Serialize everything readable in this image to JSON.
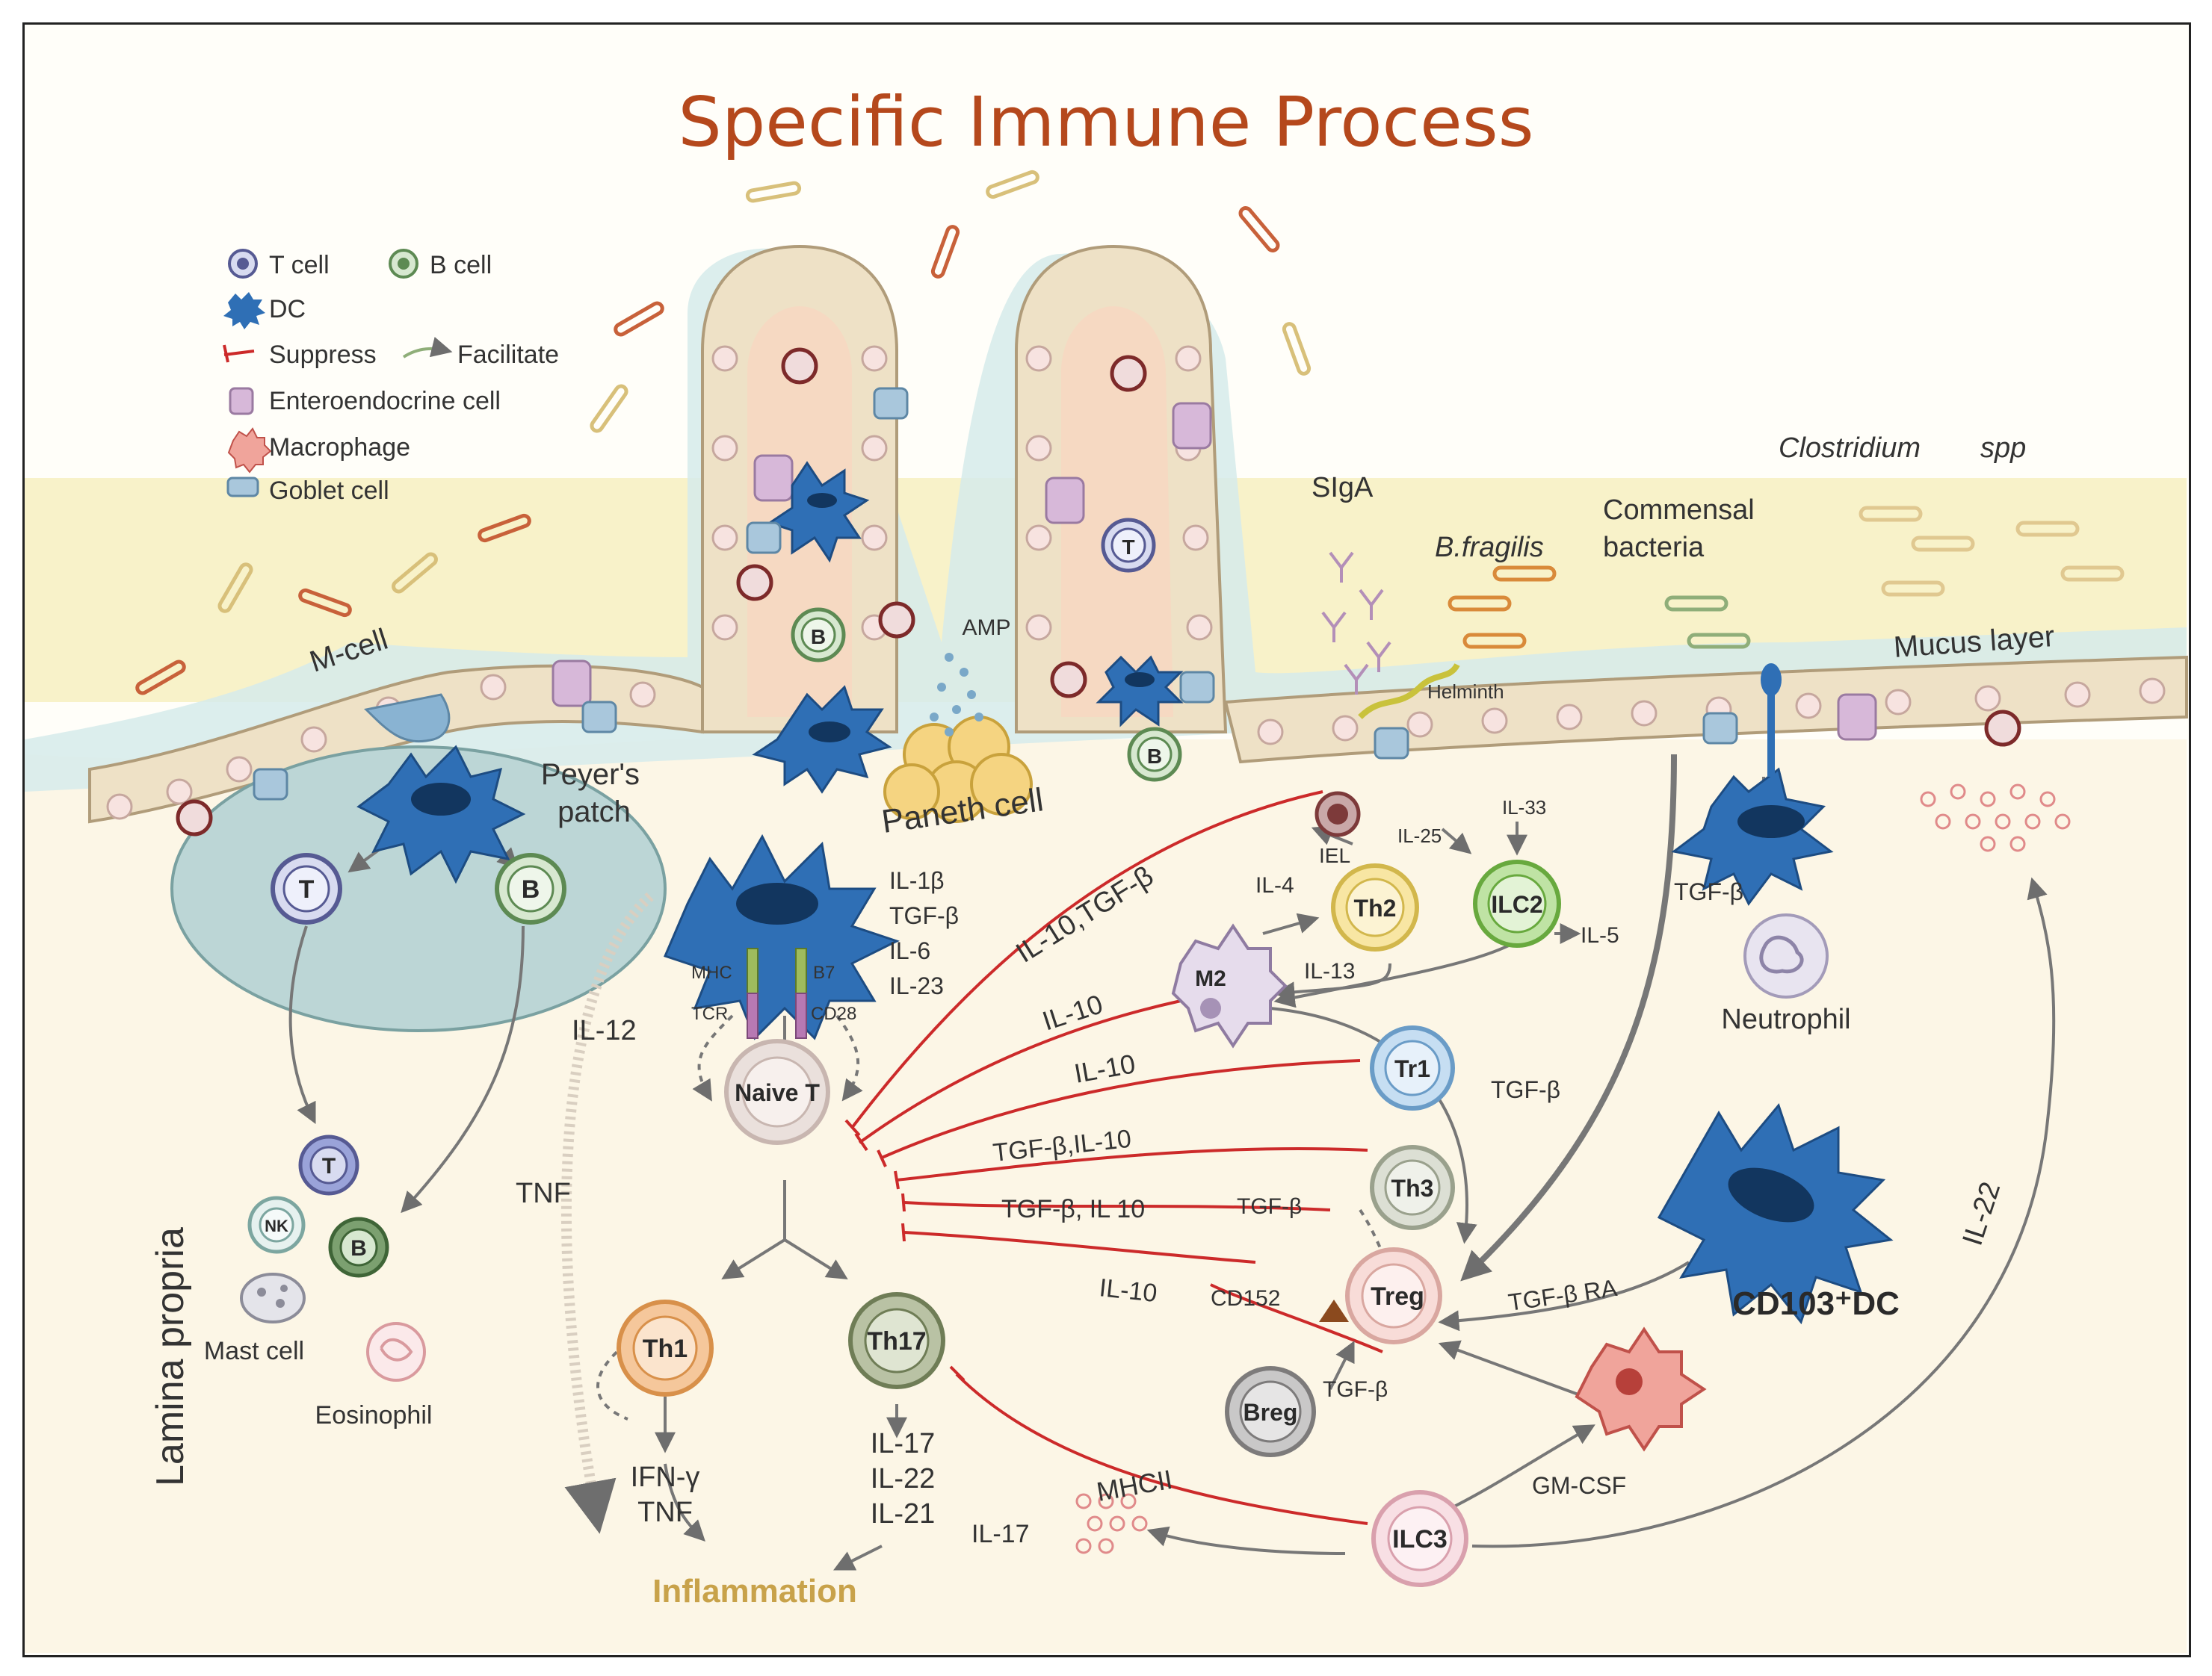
{
  "title": "Specific Immune Process",
  "legend": {
    "t_cell": "T cell",
    "b_cell": "B cell",
    "dc": "DC",
    "suppress": "Suppress",
    "facilitate": "Facilitate",
    "enteroendocrine": "Enteroendocrine cell",
    "macrophage": "Macrophage",
    "goblet": "Goblet cell"
  },
  "regions": {
    "m_cell": "M-cell",
    "peyers": "Peyer's",
    "patch": "patch",
    "paneth": "Paneth cell",
    "amp": "AMP",
    "siga": "SIgA",
    "bfragilis": "B.fragilis",
    "commensal": "Commensal",
    "bacteria": "bacteria",
    "clostridium": "Clostridium",
    "spp": "spp",
    "mucus": "Mucus layer",
    "helminth": "Helminth",
    "lamina": "Lamina  propria"
  },
  "cells": {
    "t": "T",
    "b": "B",
    "nk": "NK",
    "naive_t": "Naive T",
    "th1": "Th1",
    "th17": "Th17",
    "th2": "Th2",
    "ilc2": "ILC2",
    "m2": "M2",
    "tr1": "Tr1",
    "th3": "Th3",
    "treg": "Treg",
    "breg": "Breg",
    "ilc3": "ILC3",
    "iel": "IEL",
    "mast": "Mast cell",
    "eosinophil": "Eosinophil",
    "neutrophil": "Neutrophil",
    "cd103dc": "CD103⁺DC"
  },
  "molecules": {
    "mhc": "MHC",
    "tcr": "TCR",
    "b7": "B7",
    "cd28": "CD28",
    "il1b": "IL-1β",
    "tgfb": "TGF-β",
    "il6": "IL-6",
    "il23": "IL-23",
    "il12": "IL-12",
    "tnf": "TNF",
    "ifng": "IFN-γ",
    "il17": "IL-17",
    "il22": "IL-22",
    "il21": "IL-21",
    "il10": "IL-10",
    "il10_tgfb": "IL-10,TGF-β",
    "tgfb_il10": "TGF-β,IL-10",
    "tgfb_il10b": "TGF-β, IL 10",
    "il4": "IL-4",
    "il13": "IL-13",
    "il5": "IL-5",
    "il25": "IL-25",
    "il33": "IL-33",
    "cd152": "CD152",
    "tgfb_ra": "TGF-β RA",
    "gmcsf": "GM-CSF",
    "mhcii": "MHCII",
    "inflammation": "Inflammation"
  },
  "colors": {
    "title": "#b5481c",
    "suppress": "#cc2a2a",
    "facilitate": "#777777",
    "dc": "#2f6fb5",
    "mucus": "#cfe6e6",
    "lamina": "#fbf3dc",
    "inflammation": "#c8a24a"
  }
}
